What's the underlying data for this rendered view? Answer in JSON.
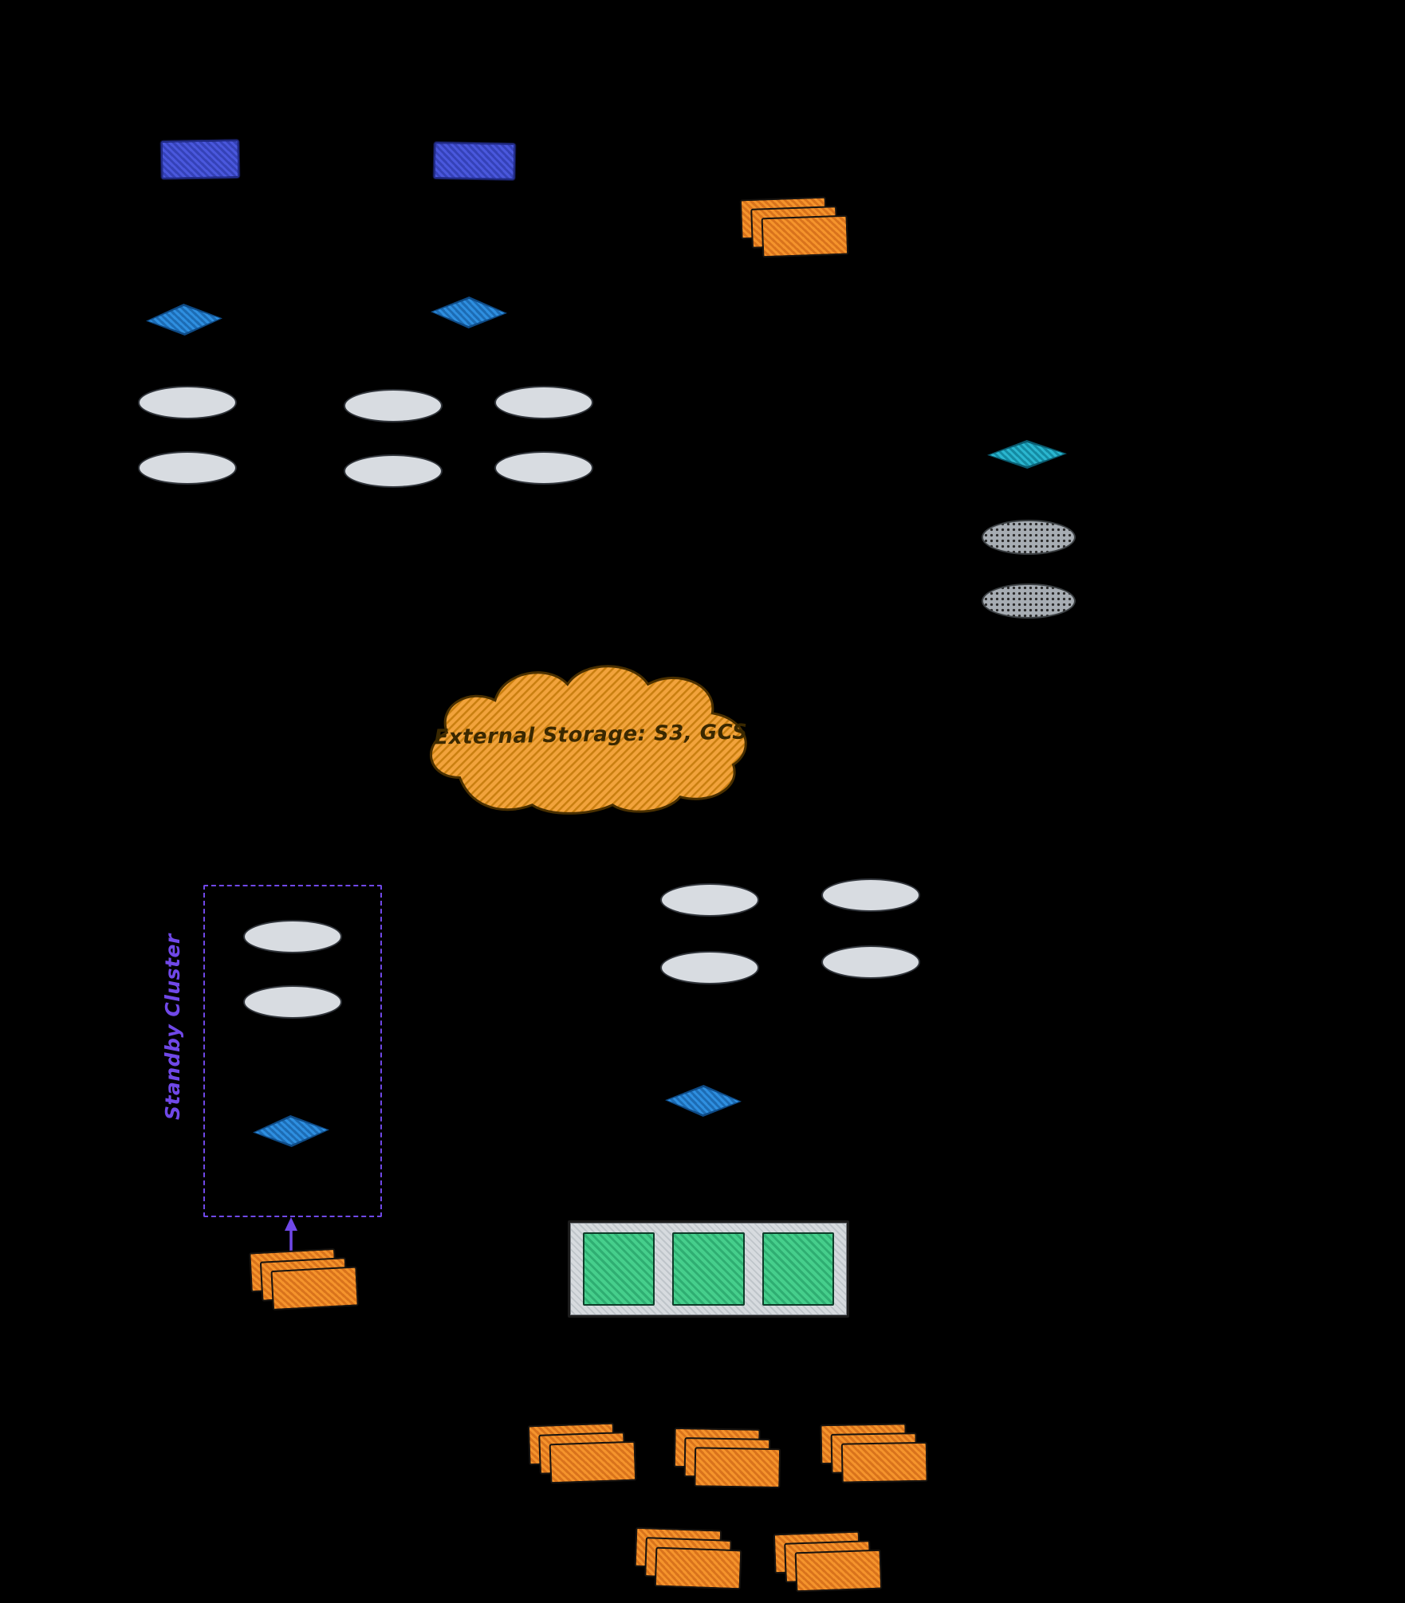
{
  "diagram": {
    "background": "#000000",
    "cloud": {
      "label": "External Storage: S3, GCS",
      "fill": "#f2a33c",
      "outline": "#4a3000"
    },
    "standby_cluster": {
      "label": "Standby Cluster",
      "accent": "#7048e8"
    },
    "palette": {
      "blue_rect": "#4353d9",
      "blue_diamond": "#1f7ed6",
      "teal_diamond": "#17aac2",
      "gray_ellipse": "#d8dce1",
      "dotted_ellipse": "#9aa0a6",
      "stack_orange": "#f08c1f",
      "green_box": "#41c980"
    },
    "shape_summary": {
      "blue_rectangles": 2,
      "blue_diamonds": 4,
      "teal_diamonds": 1,
      "gray_ellipses": 12,
      "dotted_ellipses": 2,
      "orange_file_stacks": 7,
      "green_cells": 3,
      "clouds": 1
    }
  }
}
